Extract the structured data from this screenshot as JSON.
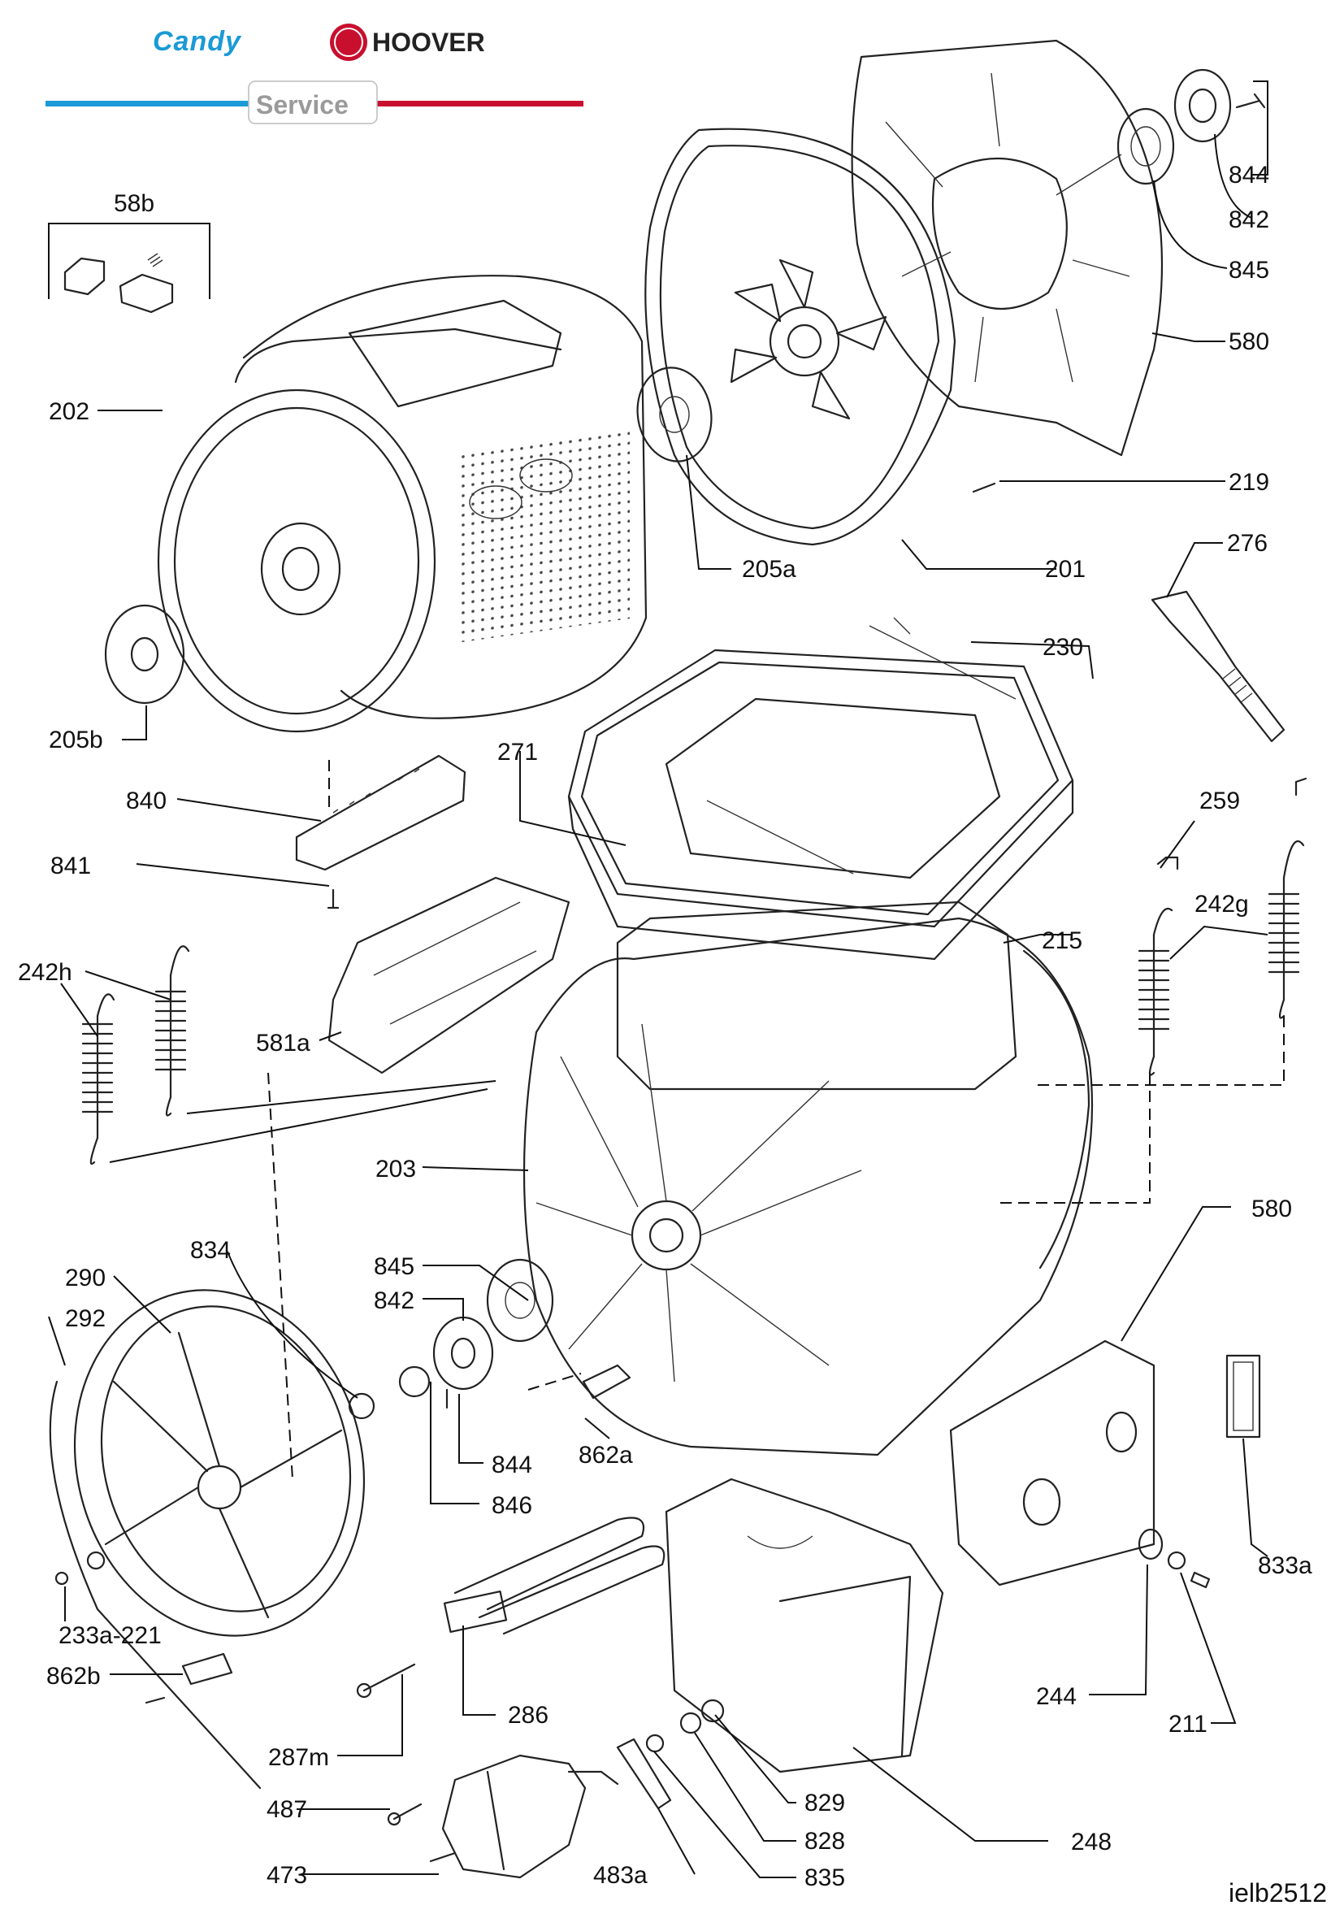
{
  "header": {
    "brand_candy": "Candy",
    "brand_hoover": "HOOVER",
    "service": "Service",
    "colors": {
      "candy": "#1a9ad6",
      "hoover_red": "#c8102e",
      "service_gray": "#9a9a9a"
    }
  },
  "reference": "ielb2512",
  "parts": {
    "p844a": "844",
    "p842a": "842",
    "p845a": "845",
    "p580a": "580",
    "p219": "219",
    "p201": "201",
    "p205a": "205a",
    "p276": "276",
    "p58b": "58b",
    "p202": "202",
    "p205b": "205b",
    "p230": "230",
    "p271": "271",
    "p840": "840",
    "p841": "841",
    "p259": "259",
    "p242g": "242g",
    "p215": "215",
    "p242h": "242h",
    "p581a": "581a",
    "p203": "203",
    "p580b": "580",
    "p834": "834",
    "p845b": "845",
    "p290": "290",
    "p842b": "842",
    "p292": "292",
    "p844b": "844",
    "p862a": "862a",
    "p846": "846",
    "p833a": "833a",
    "p233a": "233a-221",
    "p862b": "862b",
    "p286": "286",
    "p244": "244",
    "p211": "211",
    "p287m": "287m",
    "p829": "829",
    "p487": "487",
    "p828": "828",
    "p248": "248",
    "p473": "473",
    "p483a": "483a",
    "p835": "835"
  }
}
